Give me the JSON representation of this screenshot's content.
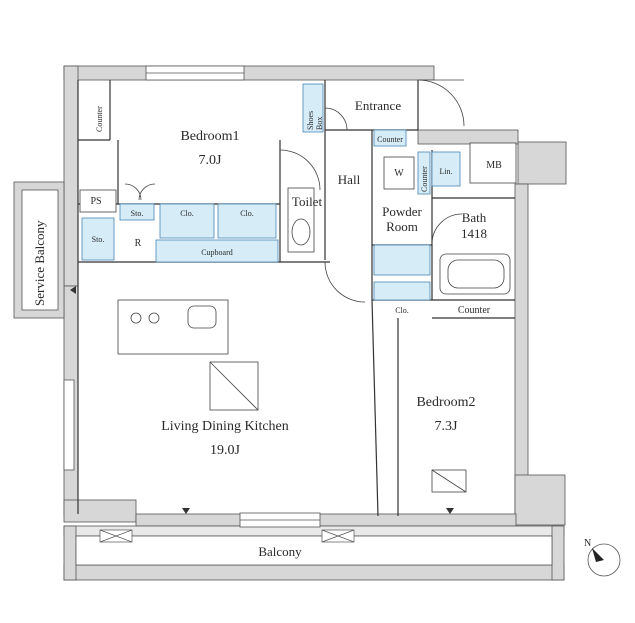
{
  "rooms": {
    "bedroom1": {
      "name": "Bedroom1",
      "size": "7.0J"
    },
    "bedroom2": {
      "name": "Bedroom2",
      "size": "7.3J"
    },
    "ldk": {
      "name": "Living Dining Kitchen",
      "size": "19.0J"
    },
    "entrance": "Entrance",
    "hall": "Hall",
    "toilet": "Toilet",
    "powder_room_line1": "Powder",
    "powder_room_line2": "Room",
    "bath": "Bath",
    "bath_size": "1418",
    "balcony": "Balcony",
    "service_balcony": "Service Balcony",
    "mb": "MB",
    "ps": "PS"
  },
  "storage": {
    "counter": "Counter",
    "shoes_box_line1": "Shoes",
    "shoes_box_line2": "Box",
    "sto": "Sto.",
    "clo": "Clo.",
    "cupboard": "Cupboard",
    "r": "R",
    "w": "W",
    "lin": "Lin."
  },
  "colors": {
    "wall": "#d7d7d7",
    "wall_stroke": "#555555",
    "storage_fill": "#d6ecf7",
    "storage_stroke": "#4a86b5",
    "line": "#333333"
  },
  "compass": {
    "label": "N"
  }
}
